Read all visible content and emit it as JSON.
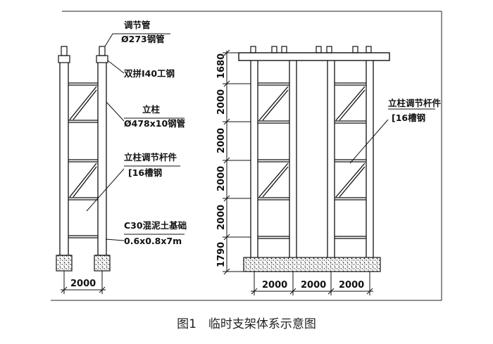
{
  "left_view": {
    "adjust_pipe_title": "调节管",
    "adjust_pipe_spec": "Ø273钢管",
    "double_beam": "双拼I40工钢",
    "column_title": "立柱",
    "column_spec": "Ø478x10钢管",
    "adjust_member_title": "立柱调节杆件",
    "adjust_member_spec": "[16槽钢",
    "foundation_title": "C30混泥土基础",
    "foundation_spec": "0.6x0.8x7m",
    "width_dim": "2000"
  },
  "right_view": {
    "adjust_member_title": "立柱调节杆件",
    "adjust_member_spec": "[16槽钢",
    "height_dims": [
      "1680",
      "2000",
      "2000",
      "2000",
      "2000",
      "1790"
    ],
    "width_dims": [
      "2000",
      "2000",
      "2000"
    ]
  },
  "caption": "图1　临时支架体系示意图"
}
